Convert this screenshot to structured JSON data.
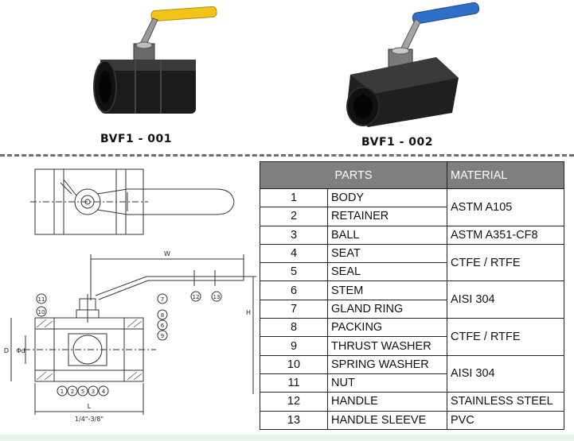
{
  "products": [
    {
      "code": "BVF1 - 001",
      "handle_color": "#f2c418"
    },
    {
      "code": "BVF1 - 002",
      "handle_color": "#2f6fc8"
    }
  ],
  "drawing": {
    "dim_w": "W",
    "dim_h": "H",
    "dim_l": "L",
    "dim_d": "D",
    "dim_phi_d": "Φd",
    "size_range": "1/4\"-3/8\"",
    "callouts": [
      "1",
      "2",
      "3",
      "4",
      "5",
      "6",
      "7",
      "8",
      "9",
      "10",
      "11",
      "12",
      "13"
    ]
  },
  "table": {
    "header_parts": "PARTS",
    "header_material": "MATERIAL",
    "rows": [
      {
        "num": "1",
        "part": "BODY"
      },
      {
        "num": "2",
        "part": "RETAINER"
      },
      {
        "num": "3",
        "part": "BALL"
      },
      {
        "num": "4",
        "part": "SEAT"
      },
      {
        "num": "5",
        "part": "SEAL"
      },
      {
        "num": "6",
        "part": "STEM"
      },
      {
        "num": "7",
        "part": "GLAND RING"
      },
      {
        "num": "8",
        "part": "PACKING"
      },
      {
        "num": "9",
        "part": "THRUST WASHER"
      },
      {
        "num": "10",
        "part": "SPRING WASHER"
      },
      {
        "num": "11",
        "part": "NUT"
      },
      {
        "num": "12",
        "part": "HANDLE"
      },
      {
        "num": "13",
        "part": "HANDLE SLEEVE"
      }
    ],
    "materials": {
      "m1": "ASTM A105",
      "m2": "ASTM A351-CF8",
      "m3": "CTFE / RTFE",
      "m4": "AISI 304",
      "m5": "CTFE / RTFE",
      "m6": "AISI 304",
      "m7": "STAINLESS STEEL",
      "m8": "PVC"
    }
  }
}
